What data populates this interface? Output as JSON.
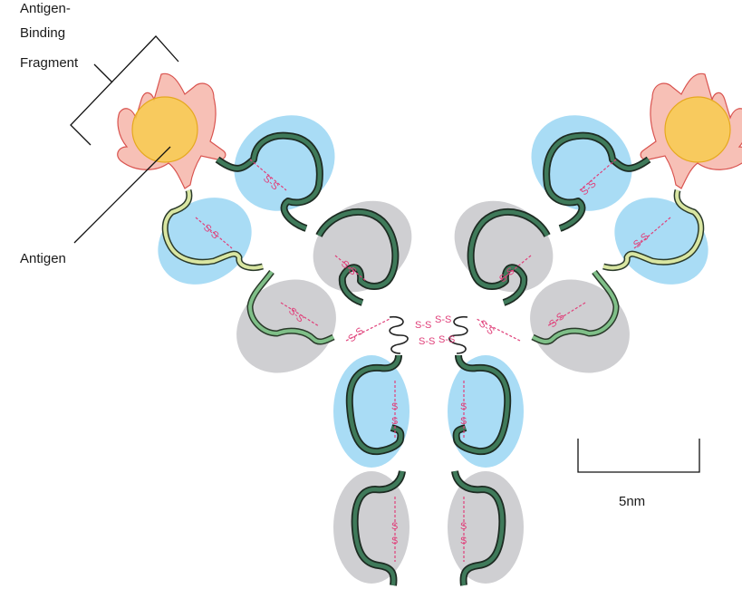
{
  "labels": {
    "fab_line1": "Antigen-",
    "fab_line2": "Binding",
    "fab_line3": "Fragment",
    "antigen": "Antigen",
    "scale": "5nm"
  },
  "disulfide": "S-S",
  "disulfide_vertical": [
    "S",
    "S"
  ],
  "colors": {
    "variable_domain": "#a9dcf5",
    "constant_domain": "#cfcfd2",
    "heavy_chain": "#3f7a5a",
    "light_chain": "#7fbf88",
    "antigen": "#f8cc4a",
    "bond": "#e0407a"
  }
}
